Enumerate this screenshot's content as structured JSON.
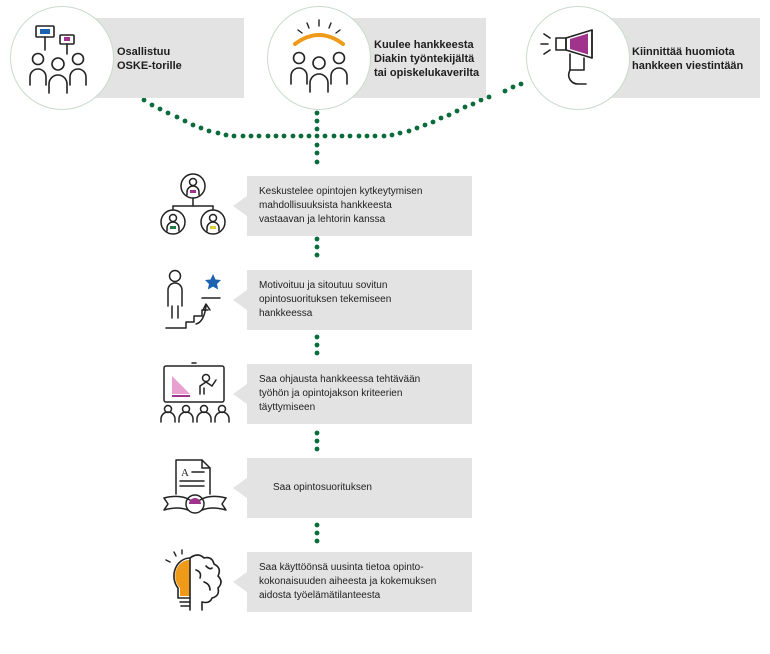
{
  "top_steps": [
    {
      "lines": [
        "Osallistuu",
        "OSKE-torille"
      ],
      "icon": "people-with-signs-icon"
    },
    {
      "lines": [
        "Kuulee hankkeesta",
        "Diakin työntekijältä",
        "tai opiskelukaverilta"
      ],
      "icon": "group-listening-icon"
    },
    {
      "lines": [
        "Kiinnittää huomiota",
        "hankkeen viestintään"
      ],
      "icon": "megaphone-icon"
    }
  ],
  "steps": [
    {
      "lines": [
        "Keskustelee opintojen kytkeytymisen",
        "mahdollisuuksista hankkeesta",
        "vastaavan ja lehtorin kanssa"
      ],
      "icon": "org-chart-people-icon"
    },
    {
      "lines": [
        "Motivoituu ja sitoutuu sovitun",
        "opintosuorituksen tekemiseen",
        "hankkeessa"
      ],
      "icon": "stairs-star-icon"
    },
    {
      "lines": [
        "Saa ohjausta hankkeessa tehtävään",
        "työhön ja opintojakson kriteerien",
        "täyttymiseen"
      ],
      "icon": "presentation-audience-icon"
    },
    {
      "lines": [
        "Saa opintosuorituksen"
      ],
      "icon": "certificate-icon"
    },
    {
      "lines": [
        "Saa käyttöönsä uusinta tietoa opinto-",
        "kokonaisuuden aiheesta ja kokemuksen",
        "aidosta työelämätilanteesta"
      ],
      "icon": "brain-lightbulb-icon"
    }
  ],
  "colors": {
    "dots": "#0b6b3a",
    "card": "#e3e3e3",
    "accent_purple": "#a0338c",
    "accent_orange": "#f09a1a",
    "accent_blue": "#1c62b0",
    "accent_yellow": "#d8d23a",
    "accent_green": "#1f7a46",
    "accent_pink": "#e8a0d0"
  }
}
